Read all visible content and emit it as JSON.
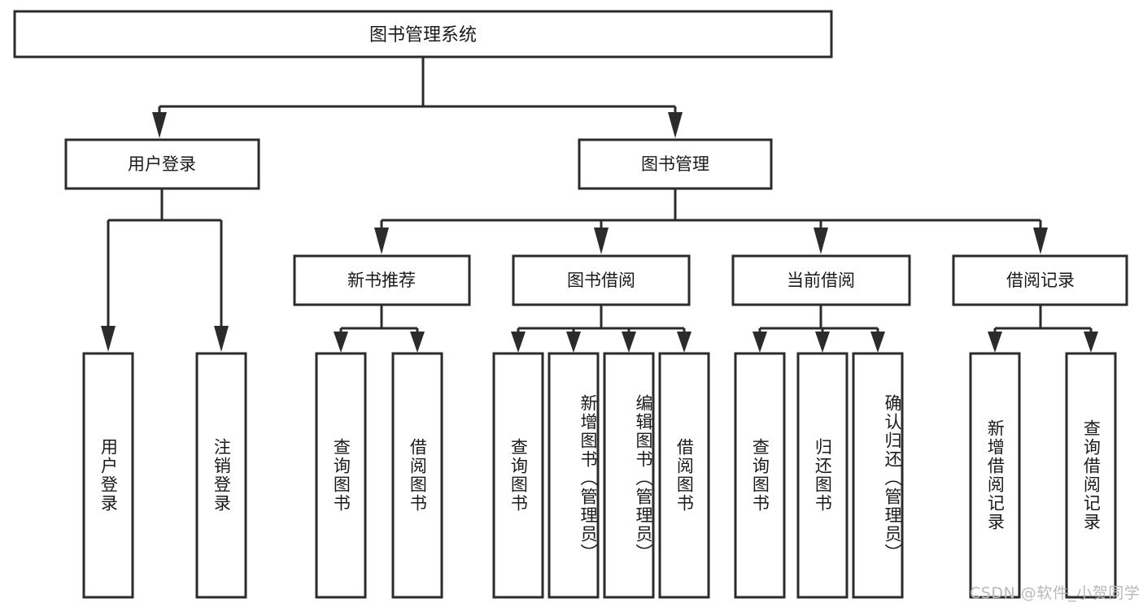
{
  "diagram": {
    "type": "tree-hierarchy",
    "title": "图书管理系统",
    "watermark": "CSDN @软件_小贺同学",
    "colors": {
      "stroke": "#2b2b2b",
      "fill": "#ffffff",
      "text": "#1a1a1a",
      "watermark": "#b9b9b9"
    },
    "levels": {
      "root": {
        "label": "图书管理系统"
      },
      "level1": [
        {
          "label": "用户登录"
        },
        {
          "label": "图书管理"
        }
      ],
      "level2": [
        {
          "label": "新书推荐"
        },
        {
          "label": "图书借阅"
        },
        {
          "label": "当前借阅"
        },
        {
          "label": "借阅记录"
        }
      ]
    },
    "groups": [
      {
        "parent": "用户登录",
        "leaves": [
          {
            "label": "用户登录"
          },
          {
            "label": "注销登录"
          }
        ]
      },
      {
        "parent": "新书推荐",
        "leaves": [
          {
            "label": "查询图书"
          },
          {
            "label": "借阅图书"
          }
        ]
      },
      {
        "parent": "图书借阅",
        "leaves": [
          {
            "label": "查询图书"
          },
          {
            "label": "新增图书（管理员）"
          },
          {
            "label": "编辑图书（管理员）"
          },
          {
            "label": "借阅图书"
          }
        ]
      },
      {
        "parent": "当前借阅",
        "leaves": [
          {
            "label": "查询图书"
          },
          {
            "label": "归还图书"
          },
          {
            "label": "确认归还（管理员）"
          }
        ]
      },
      {
        "parent": "借阅记录",
        "leaves": [
          {
            "label": "新增借阅记录"
          },
          {
            "label": "查询借阅记录"
          }
        ]
      }
    ]
  },
  "nodes": {
    "root": "图书管理系统",
    "l1_user_login": "用户登录",
    "l1_book_mgmt": "图书管理",
    "l2_new_book_rec": "新书推荐",
    "l2_book_borrow": "图书借阅",
    "l2_current_borrow": "当前借阅",
    "l2_borrow_record": "借阅记录",
    "leaf_user_login": "用户登录",
    "leaf_logout": "注销登录",
    "leaf_query_book_a": "查询图书",
    "leaf_borrow_book_a": "借阅图书",
    "leaf_query_book_b": "查询图书",
    "leaf_add_book": "新增图书（管理员）",
    "leaf_edit_book": "编辑图书（管理员）",
    "leaf_borrow_book_b": "借阅图书",
    "leaf_query_book_c": "查询图书",
    "leaf_return_book": "归还图书",
    "leaf_confirm_return": "确认归还（管理员）",
    "leaf_add_record": "新增借阅记录",
    "leaf_query_record": "查询借阅记录"
  },
  "watermark": {
    "text": "CSDN @软件_小贺同学"
  }
}
